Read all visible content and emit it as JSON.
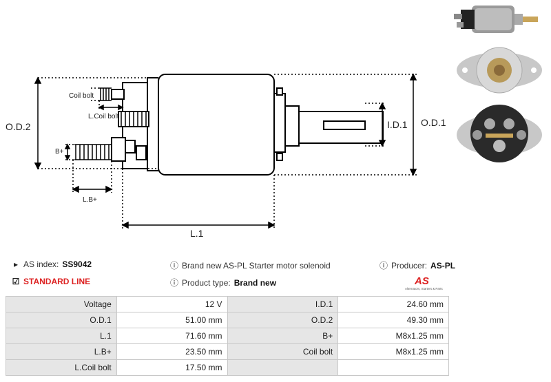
{
  "diagram": {
    "labels": {
      "od2": "O.D.2",
      "od1": "O.D.1",
      "id1": "I.D.1",
      "l1": "L.1",
      "coil_bolt": "Coil bolt",
      "l_coil_bolt": "L.Coil bolt",
      "b_plus": "B+",
      "l_b_plus": "L.B+"
    }
  },
  "info": {
    "as_index_label": "AS index:",
    "as_index_value": "SS9042",
    "standard_line": "STANDARD LINE",
    "description": "Brand new AS-PL Starter motor solenoid",
    "product_type_label": "Product type:",
    "product_type_value": "Brand new",
    "producer_label": "Producer:",
    "producer_value": "AS-PL",
    "logo_text": "AS",
    "logo_tagline": "Alternators, Starters & Parts"
  },
  "specs": [
    {
      "k1": "Voltage",
      "v1": "12 V",
      "k2": "I.D.1",
      "v2": "24.60 mm"
    },
    {
      "k1": "O.D.1",
      "v1": "51.00 mm",
      "k2": "O.D.2",
      "v2": "49.30 mm"
    },
    {
      "k1": "L.1",
      "v1": "71.60 mm",
      "k2": "B+",
      "v2": "M8x1.25 mm"
    },
    {
      "k1": "L.B+",
      "v1": "23.50 mm",
      "k2": "Coil bolt",
      "v2": "M8x1.25 mm"
    },
    {
      "k1": "L.Coil bolt",
      "v1": "17.50 mm",
      "k2": "",
      "v2": ""
    }
  ],
  "colors": {
    "accent": "#dd2222",
    "table_key_bg": "#e6e6e6",
    "table_border": "#c8c8c8"
  }
}
